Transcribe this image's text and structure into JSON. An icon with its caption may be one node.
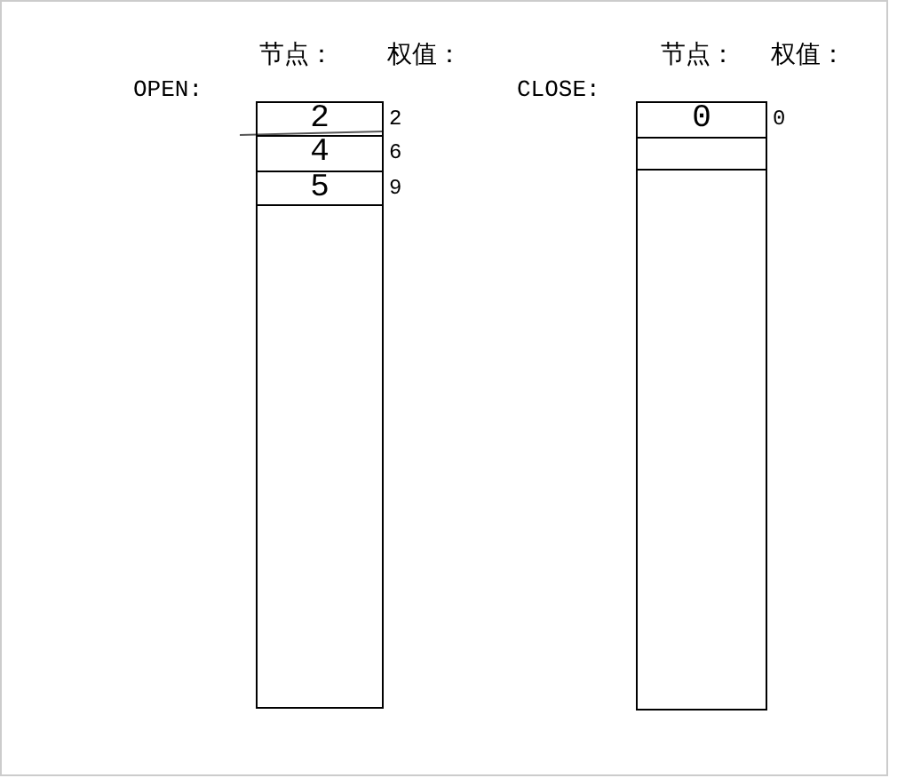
{
  "diagram": {
    "nodes": [
      {
        "text": [
          "OPEN:"
        ]
      },
      {
        "text": [
          "2"
        ],
        "in": 0,
        "beside": [
          "2"
        ]
      },
      {
        "text": [
          "4"
        ],
        "in": 0,
        "beside": [
          "6"
        ]
      },
      {
        "text": [
          "5"
        ],
        "in": 0,
        "beside": [
          "9"
        ]
      },
      {
        "text": [
          "CLOSE:"
        ]
      },
      {
        "text": [
          "0"
        ],
        "in": 4,
        "beside": [
          "0"
        ]
      },
      {
        "text": [],
        "shape": "box",
        "in": 4
      }
    ],
    "labels": [
      "节点：",
      "权值：",
      "节点：",
      "权值："
    ]
  }
}
